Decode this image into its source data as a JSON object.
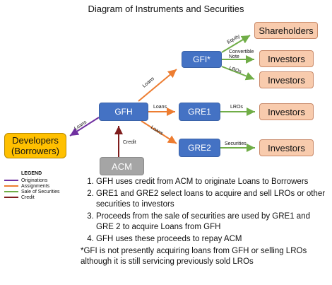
{
  "title": "Diagram of Instruments and Securities",
  "nodes": {
    "gfi": "GFI*",
    "gfh": "GFH",
    "gre1": "GRE1",
    "gre2": "GRE2",
    "acm": "ACM",
    "developers_line1": "Developers",
    "developers_line2": "(Borrowers)",
    "shareholders": "Shareholders",
    "investors": "Investors"
  },
  "edge_labels": {
    "equity": "Equity",
    "convertible_note": [
      "Convertible",
      "Note"
    ],
    "lros": "LROs",
    "loans": "Loans",
    "credit": "Credit",
    "securities": "Securities"
  },
  "legend": {
    "title": "LEGEND",
    "items": [
      {
        "label": "Originations",
        "color": "#7030a0"
      },
      {
        "label": "Assignments",
        "color": "#ed7d31"
      },
      {
        "label": "Sale of Securities",
        "color": "#70ad47"
      },
      {
        "label": "Credit",
        "color": "#7f1d1d"
      }
    ]
  },
  "notes": [
    "GFH uses credit from ACM to originate Loans to Borrowers",
    "GRE1 and GRE2 select loans to acquire and sell LROs or other securities to investors",
    "Proceeds from the sale of securities are used by GRE1 and GRE 2 to acquire Loans from GFH",
    "GFH uses these proceeds to repay ACM"
  ],
  "footnote": "*GFI is not presently acquiring loans from GFH or selling LROs although it is still servicing previously sold LROs"
}
